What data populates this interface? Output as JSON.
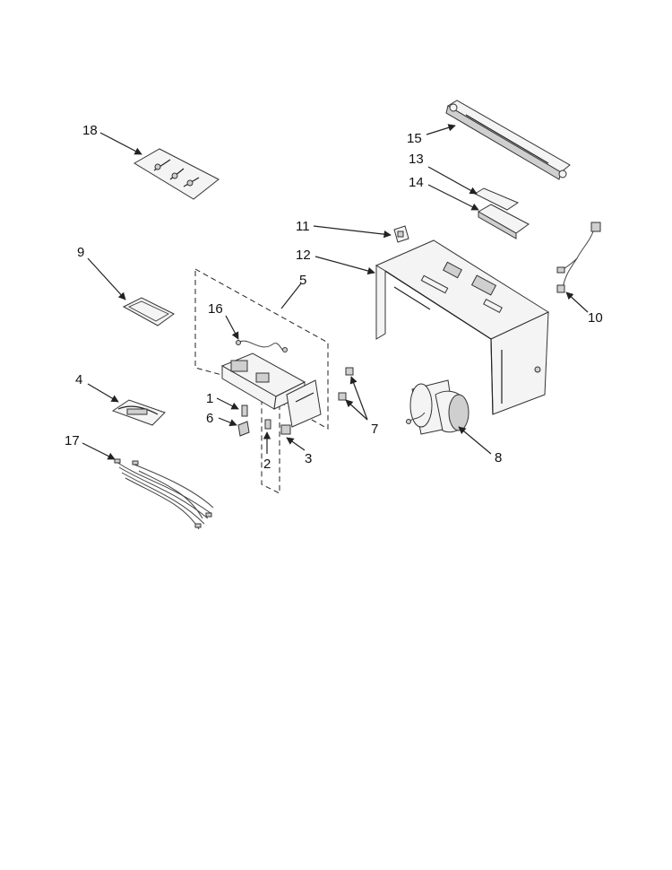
{
  "diagram": {
    "callouts": [
      {
        "id": "c1",
        "label": "1"
      },
      {
        "id": "c2",
        "label": "2"
      },
      {
        "id": "c3",
        "label": "3"
      },
      {
        "id": "c4",
        "label": "4"
      },
      {
        "id": "c5",
        "label": "5"
      },
      {
        "id": "c6",
        "label": "6"
      },
      {
        "id": "c7",
        "label": "7"
      },
      {
        "id": "c8",
        "label": "8"
      },
      {
        "id": "c9",
        "label": "9"
      },
      {
        "id": "c10",
        "label": "10"
      },
      {
        "id": "c11",
        "label": "11"
      },
      {
        "id": "c12",
        "label": "12"
      },
      {
        "id": "c13",
        "label": "13"
      },
      {
        "id": "c14",
        "label": "14"
      },
      {
        "id": "c15",
        "label": "15"
      },
      {
        "id": "c16",
        "label": "16"
      },
      {
        "id": "c17",
        "label": "17"
      },
      {
        "id": "c18",
        "label": "18"
      }
    ]
  }
}
